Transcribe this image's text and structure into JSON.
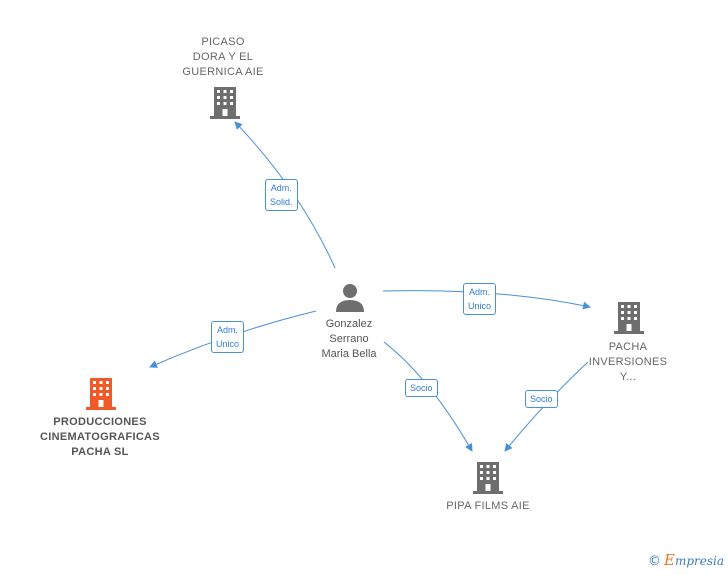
{
  "nodes": {
    "picaso": {
      "label": "PICASO\nDORA Y EL\nGUERNICA  AIE"
    },
    "producciones": {
      "label": "PRODUCCIONES\nCINEMATOGRAFICAS\nPACHA  SL"
    },
    "pacha_inversiones": {
      "label": "PACHA\nINVERSIONES\nY..."
    },
    "pipa_films": {
      "label": "PIPA FILMS AIE"
    },
    "person": {
      "label": "Gonzalez\nSerrano\nMaria Bella"
    }
  },
  "edges": {
    "adm_solid": "Adm.\nSolid.",
    "adm_unico_left": "Adm.\nUnico",
    "adm_unico_right": "Adm.\nUnico",
    "socio_person": "Socio",
    "socio_pacha": "Socio"
  },
  "colors": {
    "company": "#6e6e6e",
    "focus_company": "#f05a28",
    "edge": "#4a90d9"
  },
  "brand": {
    "copyright": "©",
    "initial": "E",
    "rest": "mpresia"
  }
}
